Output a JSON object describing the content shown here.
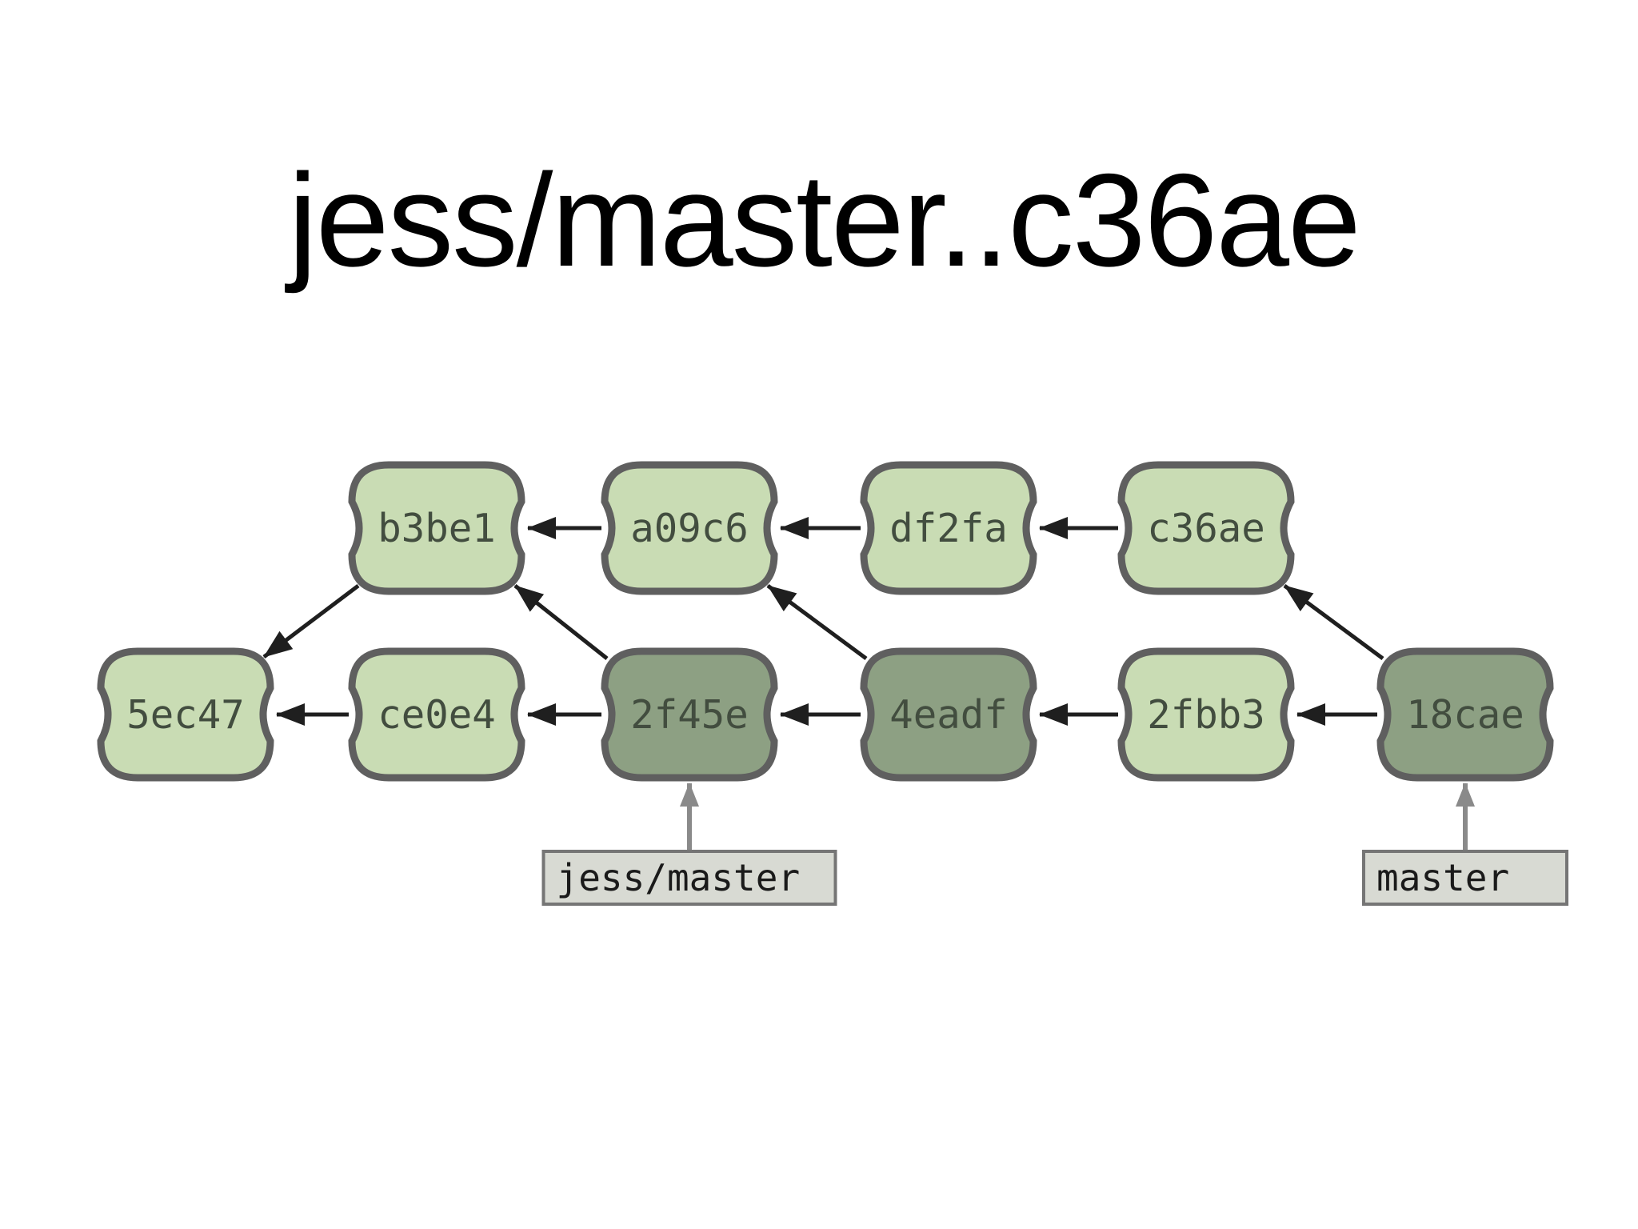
{
  "title": "jess/master..c36ae",
  "diagram": {
    "nodes": [
      {
        "id": "b3be1",
        "label": "b3be1",
        "row": 0,
        "col": 1,
        "variant": "light"
      },
      {
        "id": "a09c6",
        "label": "a09c6",
        "row": 0,
        "col": 2,
        "variant": "light"
      },
      {
        "id": "df2fa",
        "label": "df2fa",
        "row": 0,
        "col": 3,
        "variant": "light"
      },
      {
        "id": "c36ae",
        "label": "c36ae",
        "row": 0,
        "col": 4,
        "variant": "light"
      },
      {
        "id": "5ec47",
        "label": "5ec47",
        "row": 1,
        "col": 0,
        "variant": "light"
      },
      {
        "id": "ce0e4",
        "label": "ce0e4",
        "row": 1,
        "col": 1,
        "variant": "light"
      },
      {
        "id": "2f45e",
        "label": "2f45e",
        "row": 1,
        "col": 2,
        "variant": "dark"
      },
      {
        "id": "4eadf",
        "label": "4eadf",
        "row": 1,
        "col": 3,
        "variant": "dark"
      },
      {
        "id": "2fbb3",
        "label": "2fbb3",
        "row": 1,
        "col": 4,
        "variant": "light"
      },
      {
        "id": "18cae",
        "label": "18cae",
        "row": 1,
        "col": 5,
        "variant": "dark"
      }
    ],
    "edges": [
      {
        "from": "a09c6",
        "to": "b3be1"
      },
      {
        "from": "df2fa",
        "to": "a09c6"
      },
      {
        "from": "c36ae",
        "to": "df2fa"
      },
      {
        "from": "ce0e4",
        "to": "5ec47"
      },
      {
        "from": "2f45e",
        "to": "ce0e4"
      },
      {
        "from": "4eadf",
        "to": "2f45e"
      },
      {
        "from": "2fbb3",
        "to": "4eadf"
      },
      {
        "from": "18cae",
        "to": "2fbb3"
      },
      {
        "from": "b3be1",
        "to": "5ec47"
      },
      {
        "from": "2f45e",
        "to": "b3be1"
      },
      {
        "from": "4eadf",
        "to": "a09c6"
      },
      {
        "from": "18cae",
        "to": "c36ae"
      }
    ],
    "refs": [
      {
        "label": "jess/master",
        "target": "2f45e"
      },
      {
        "label": "master",
        "target": "18cae"
      }
    ]
  },
  "colors": {
    "background": "#ffffff",
    "title_color": "#000000",
    "node_fill_light": "#c9dcb4",
    "node_fill_dark": "#8da083",
    "node_border": "#5f5f5f",
    "node_text": "#424d3f",
    "edge": "#1f1f1f",
    "ref_box_fill": "#d8dad3",
    "ref_box_border": "#757575",
    "ref_text": "#1a1a1a",
    "ref_arrow": "#8a8a8a"
  }
}
